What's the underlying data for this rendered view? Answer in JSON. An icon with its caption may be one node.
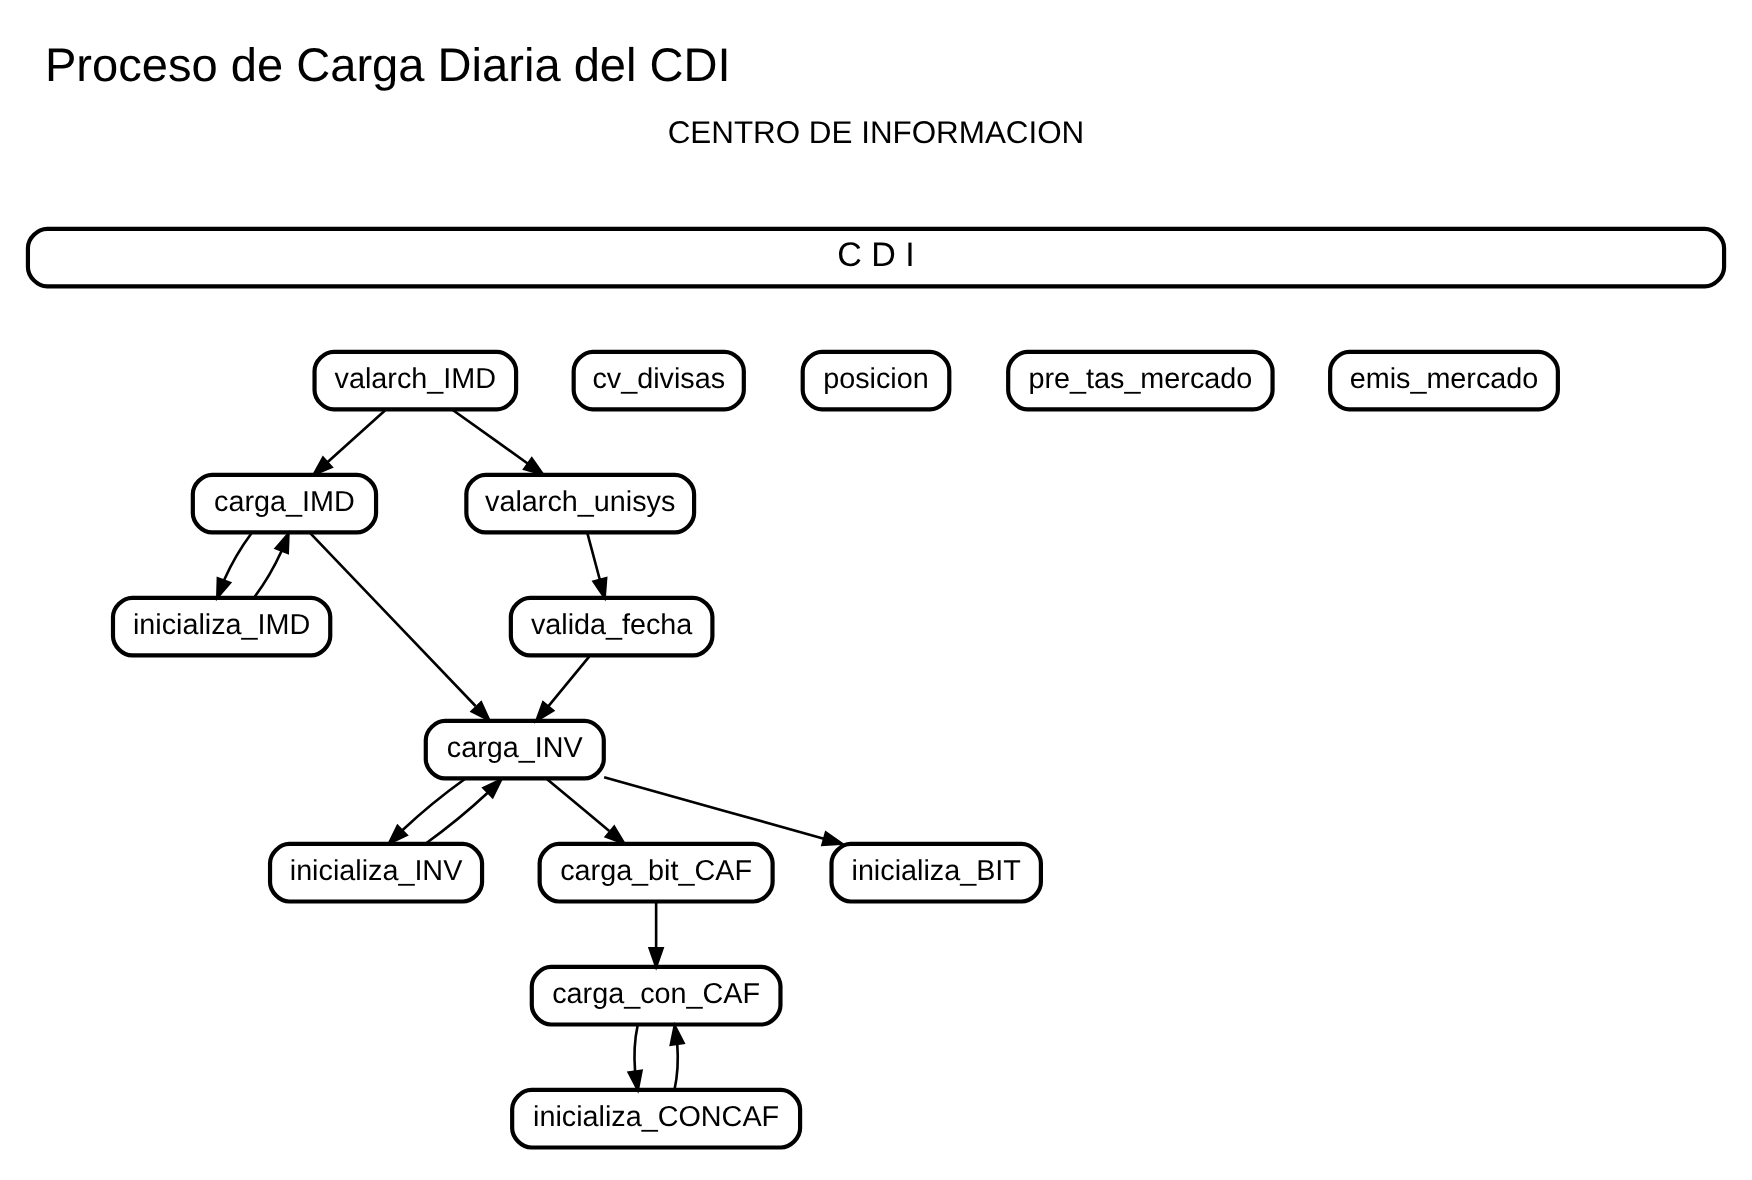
{
  "diagram": {
    "title": "Proceso de Carga Diaria del CDI",
    "nodes": [
      {
        "text": [
          "C D I"
        ]
      },
      {
        "text": [
          "valarch_IMD"
        ]
      },
      {
        "text": [
          "cv_divisas"
        ]
      },
      {
        "text": [
          "posicion"
        ]
      },
      {
        "text": [
          "pre_tas_mercado"
        ]
      },
      {
        "text": [
          "emis_mercado"
        ]
      },
      {
        "text": [
          "carga_IMD"
        ]
      },
      {
        "text": [
          "valarch_unisys"
        ]
      },
      {
        "text": [
          "inicializa_IMD"
        ]
      },
      {
        "text": [
          "valida_fecha"
        ]
      },
      {
        "text": [
          "carga_INV"
        ]
      },
      {
        "text": [
          "inicializa_INV"
        ]
      },
      {
        "text": [
          "carga_bit_CAF"
        ]
      },
      {
        "text": [
          "inicializa_BIT"
        ]
      },
      {
        "text": [
          "carga_con_CAF"
        ]
      },
      {
        "text": [
          "inicializa_CONCAF"
        ]
      }
    ],
    "edges": [
      {
        "from": 1,
        "to": 6,
        "arrow": "to"
      },
      {
        "from": 1,
        "to": 7,
        "arrow": "to"
      },
      {
        "from": 6,
        "to": 8,
        "arrow": "to"
      },
      {
        "from": 8,
        "to": 6,
        "arrow": "to"
      },
      {
        "from": 6,
        "to": 10,
        "arrow": "to"
      },
      {
        "from": 7,
        "to": 9,
        "arrow": "to"
      },
      {
        "from": 9,
        "to": 10,
        "arrow": "to"
      },
      {
        "from": 10,
        "to": 11,
        "arrow": "to"
      },
      {
        "from": 11,
        "to": 10,
        "arrow": "to"
      },
      {
        "from": 10,
        "to": 12,
        "arrow": "to"
      },
      {
        "from": 10,
        "to": 13,
        "arrow": "to"
      },
      {
        "from": 12,
        "to": 14,
        "arrow": "to"
      },
      {
        "from": 14,
        "to": 15,
        "arrow": "to"
      },
      {
        "from": 15,
        "to": 14,
        "arrow": "to"
      }
    ],
    "labels": [
      "CENTRO DE INFORMACION"
    ]
  }
}
